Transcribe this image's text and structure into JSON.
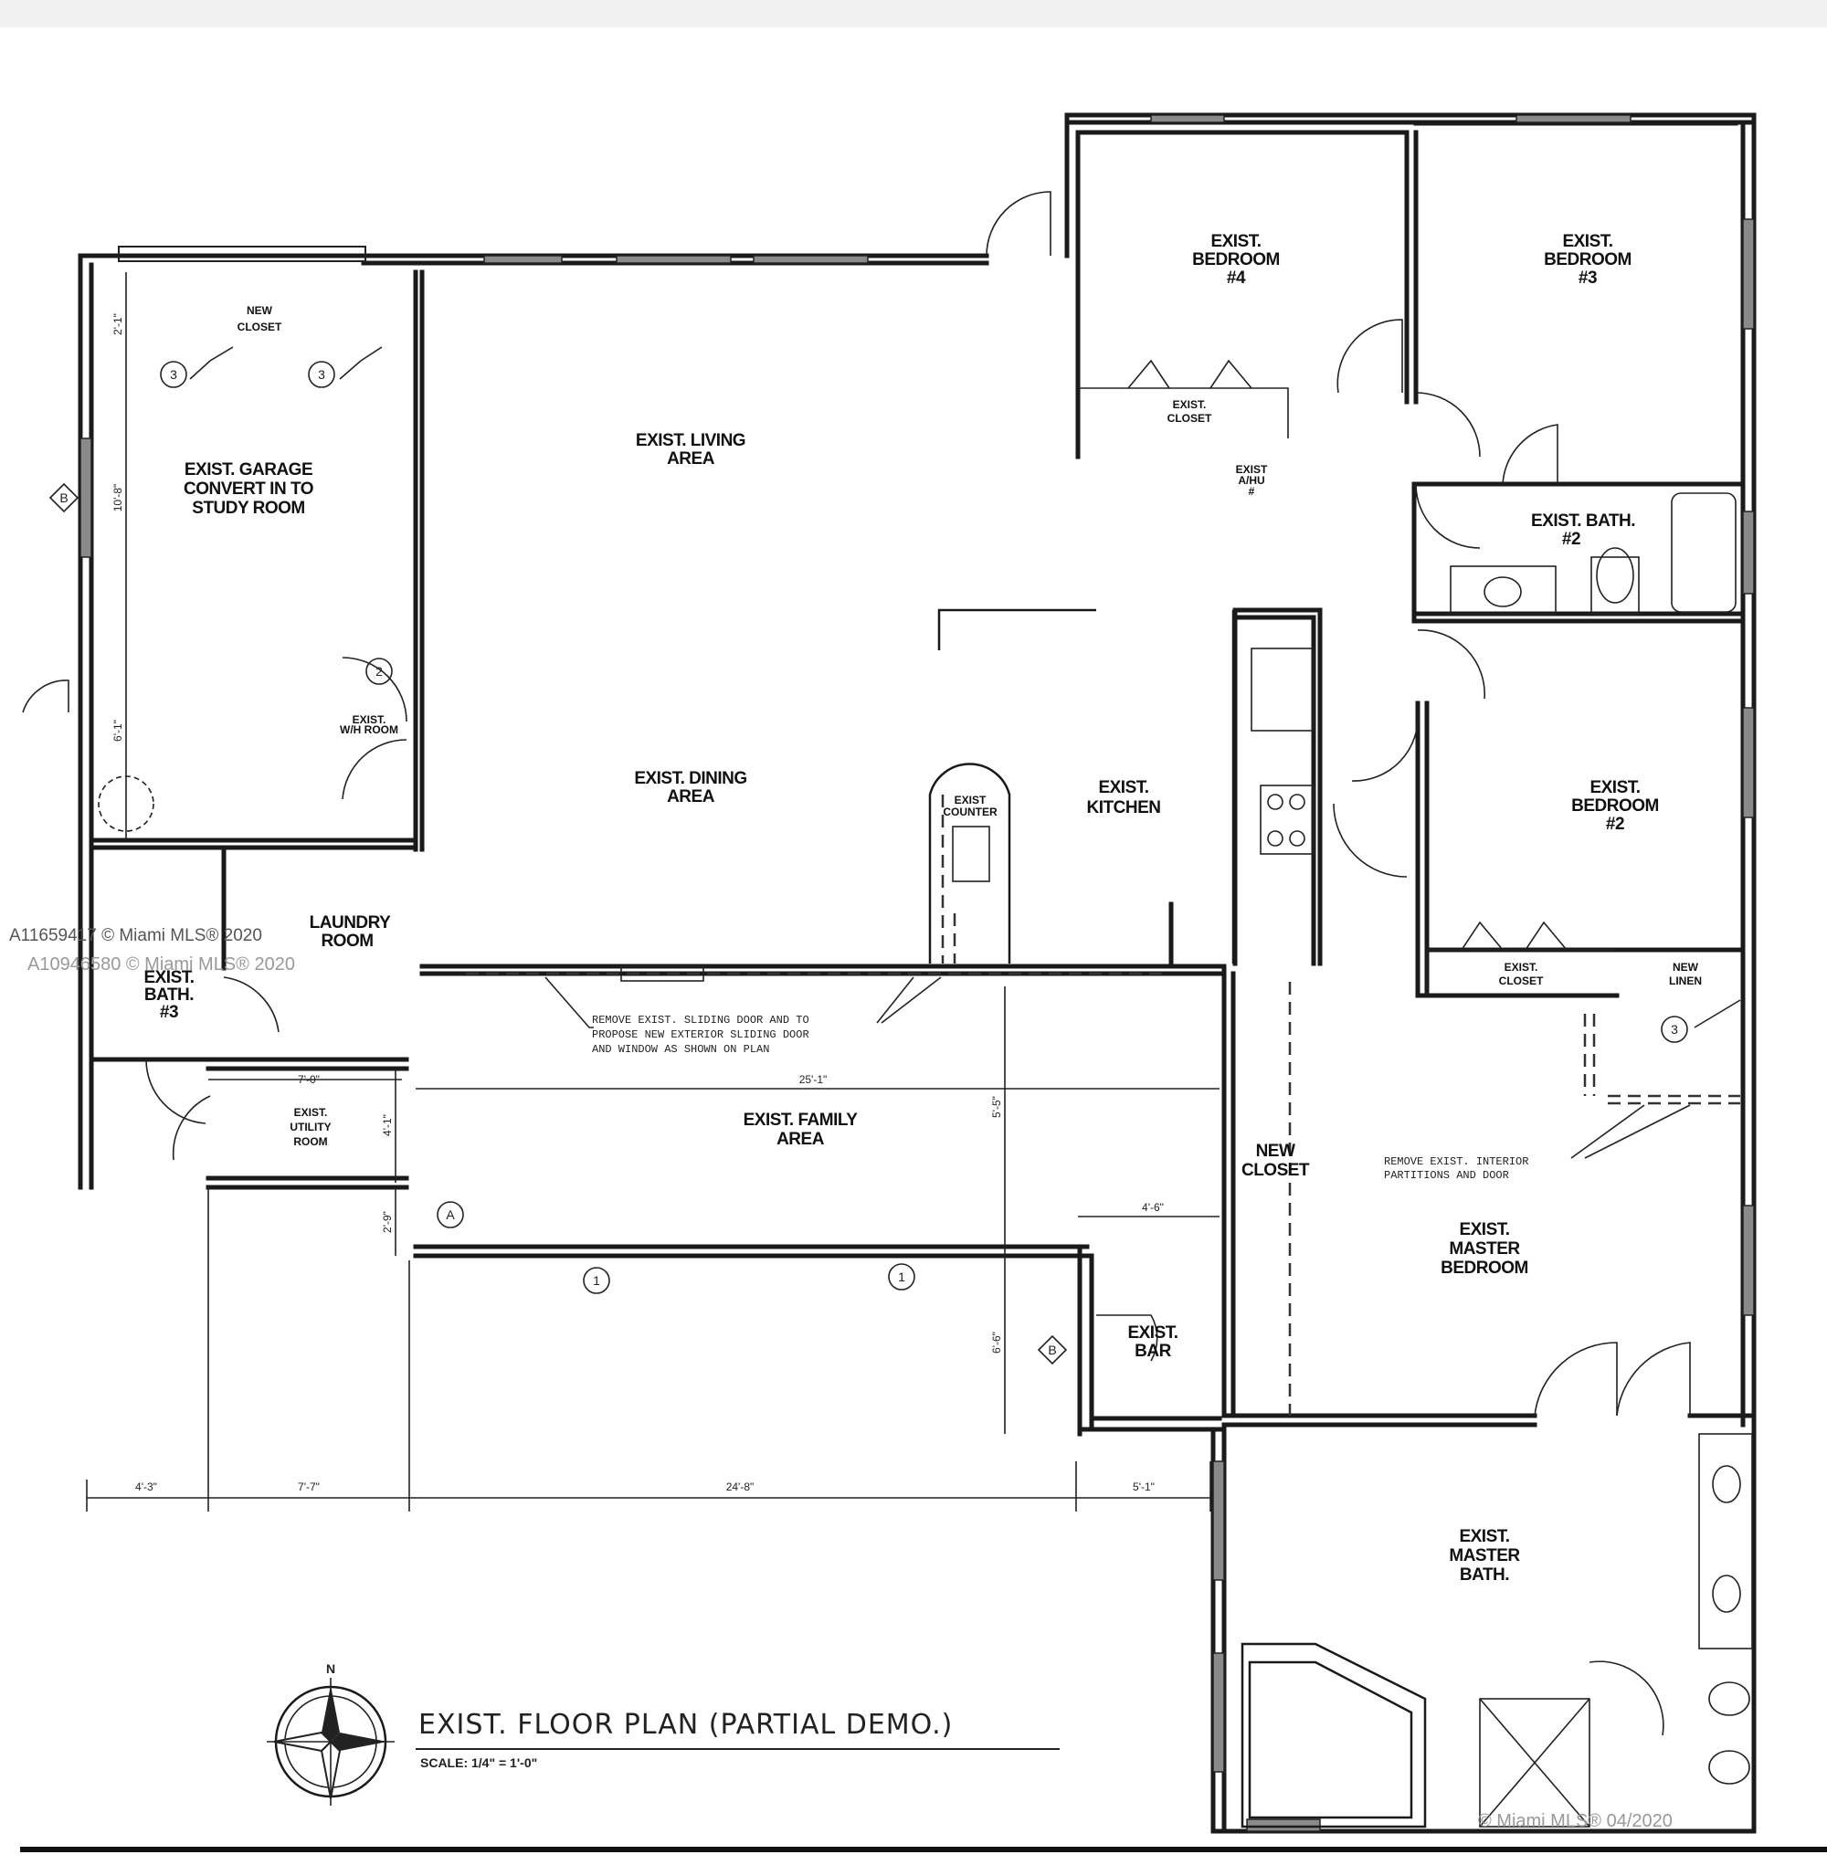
{
  "title": "EXIST. FLOOR PLAN (PARTIAL DEMO.)",
  "scale": "SCALE: 1/4\" = 1'-0\"",
  "north": "N",
  "watermarks": {
    "line1": "A11659417 © Miami MLS® 2020",
    "line2": "A10946580 © Miami MLS® 2020",
    "corner": "© Miami MLS® 04/2020"
  },
  "rooms": {
    "living": [
      "EXIST. LIVING",
      "AREA"
    ],
    "dining": [
      "EXIST. DINING",
      "AREA"
    ],
    "kitchen": [
      "EXIST.",
      "KITCHEN"
    ],
    "counter": [
      "EXIST",
      "COUNTER"
    ],
    "bed4": [
      "EXIST.",
      "BEDROOM",
      "#4"
    ],
    "bed3": [
      "EXIST.",
      "BEDROOM",
      "#3"
    ],
    "bed2": [
      "EXIST.",
      "BEDROOM",
      "#2"
    ],
    "closet_b4": [
      "EXIST.",
      "CLOSET"
    ],
    "closet_b2": [
      "EXIST.",
      "CLOSET"
    ],
    "ahu": [
      "EXIST",
      "A/HU",
      "#"
    ],
    "bath2": [
      "EXIST. BATH.",
      "#2"
    ],
    "new_linen": [
      "NEW",
      "LINEN"
    ],
    "garage": [
      "EXIST. GARAGE",
      "CONVERT IN TO",
      "STUDY ROOM"
    ],
    "new_closet_top": [
      "NEW",
      "CLOSET"
    ],
    "laundry": [
      "LAUNDRY",
      "ROOM"
    ],
    "bath3": [
      "EXIST.",
      "BATH.",
      "#3"
    ],
    "utility": [
      "EXIST.",
      "UTILITY",
      "ROOM"
    ],
    "family": [
      "EXIST.  FAMILY",
      "AREA"
    ],
    "bar": [
      "EXIST.",
      "BAR"
    ],
    "new_closet_mid": [
      "NEW",
      "CLOSET"
    ],
    "master_bed": [
      "EXIST.",
      "MASTER",
      "BEDROOM"
    ],
    "master_bath": [
      "EXIST.",
      "MASTER",
      "BATH."
    ],
    "exist_wh": [
      "EXIST.",
      "W/H ROOM"
    ]
  },
  "notes": {
    "sliding": [
      "REMOVE EXIST. SLIDING DOOR AND TO",
      "PROPOSE NEW EXTERIOR SLIDING DOOR",
      "AND WINDOW AS SHOWN ON PLAN"
    ],
    "partitions": [
      "REMOVE EXIST. INTERIOR",
      "PARTITIONS AND DOOR"
    ]
  },
  "dimensions": {
    "d1": "4'-3\"",
    "d2": "7'-7\"",
    "d3": "24'-8\"",
    "d4": "5'-1\"",
    "d5": "7'-0\"",
    "d6": "25'-1\"",
    "d7": "4'-1\"",
    "d8": "2'-9\"",
    "d9": "5'-5\"",
    "d10": "4'-6\"",
    "d11": "6'-6\"",
    "d12": "2'-1\"",
    "d13": "10'-8\"",
    "d14": "6'-1\""
  },
  "tags": {
    "t1": "1",
    "t2": "2",
    "t3": "3",
    "ta": "A",
    "tb": "B"
  }
}
